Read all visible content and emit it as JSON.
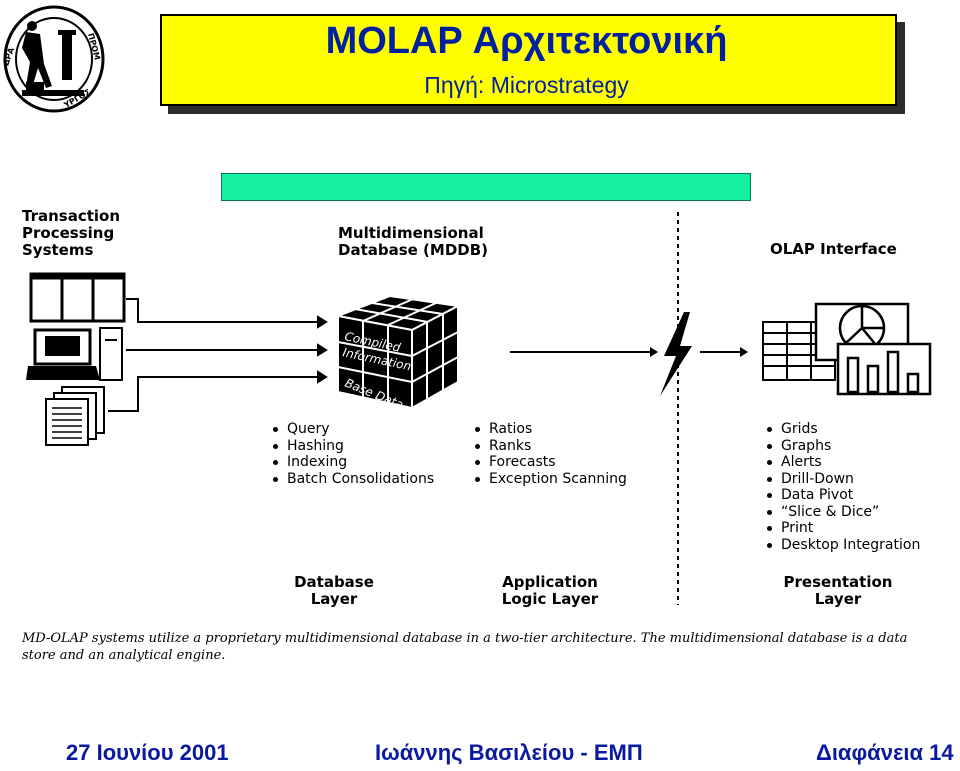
{
  "header": {
    "title": "MOLAP Αρχιτεκτονική",
    "subtitle": "Πηγή:  Microstrategy"
  },
  "diagram": {
    "tps_label": [
      "Transaction",
      "Processing",
      "Systems"
    ],
    "mddb_label": [
      "Multidimensional",
      "Database (MDDB)"
    ],
    "olap_label": "OLAP Interface",
    "cube_text": [
      "Compiled",
      "Information",
      "Base Data"
    ],
    "database_bullets": [
      "Query",
      "Hashing",
      "Indexing",
      "Batch Consolidations"
    ],
    "application_bullets": [
      "Ratios",
      "Ranks",
      "Forecasts",
      "Exception Scanning"
    ],
    "presentation_bullets": [
      "Grids",
      "Graphs",
      "Alerts",
      "Drill-Down",
      "Data Pivot",
      "“Slice & Dice”",
      "Print",
      "Desktop Integration"
    ],
    "layers": {
      "database": [
        "Database",
        "Layer"
      ],
      "application": [
        "Application",
        "Logic Layer"
      ],
      "presentation": [
        "Presentation",
        "Layer"
      ]
    },
    "caption": "MD-OLAP systems utilize a proprietary multidimensional database in a two-tier architecture. The multidimensional database is a data store and an analytical engine."
  },
  "footer": {
    "date": "27  Ιουνίου  2001",
    "author": "Ιωάννης Βασιλείου - ΕΜΠ",
    "slide": "Διαφάνεια 14"
  },
  "colors": {
    "title_bg": "#ffff00",
    "title_text": "#00209f",
    "green_bar": "#14f0a0",
    "footer_text": "#0a1aa0"
  }
}
